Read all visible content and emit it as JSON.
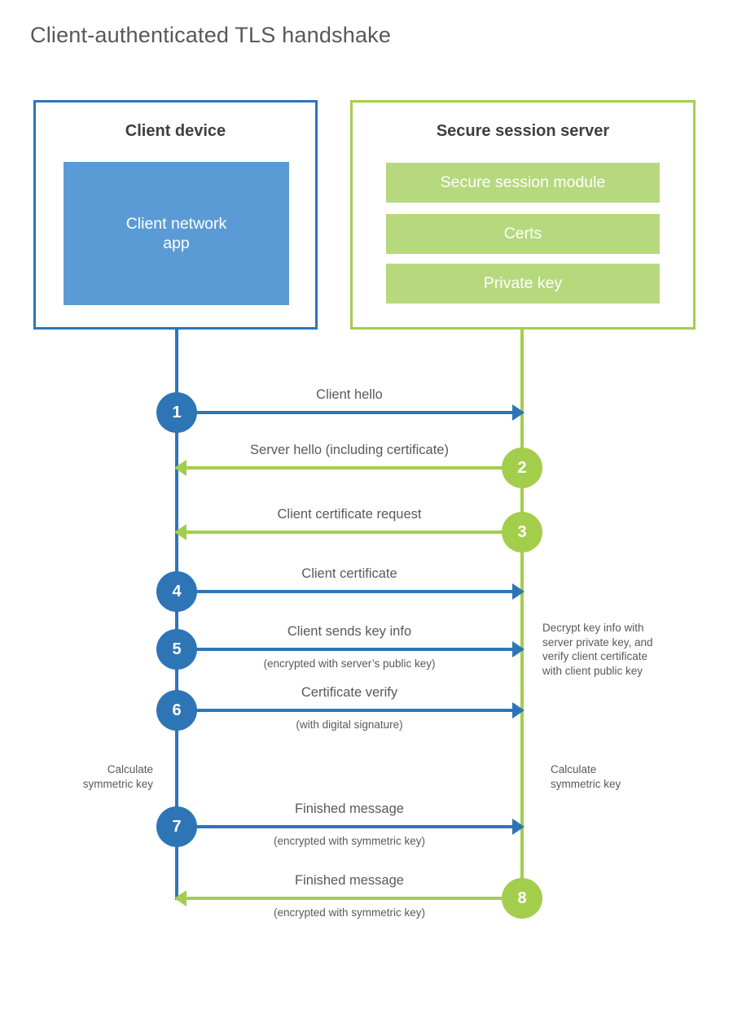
{
  "title": "Client-authenticated TLS handshake",
  "colors": {
    "blue": "#2e75b6",
    "blue_fill": "#5b9bd5",
    "green": "#a3ce4c",
    "green_fill": "#b6d97e",
    "text_gray": "#595959"
  },
  "client": {
    "title": "Client device",
    "app_label": "Client network\napp"
  },
  "server": {
    "title": "Secure session server",
    "modules": [
      "Secure session module",
      "Certs",
      "Private key"
    ]
  },
  "steps": [
    {
      "number": "1",
      "label": "Client hello",
      "from": "client",
      "to": "server",
      "direction": "right",
      "color": "blue"
    },
    {
      "number": "2",
      "label": "Server hello (including certificate)",
      "from": "server",
      "to": "client",
      "direction": "left",
      "color": "green"
    },
    {
      "number": "3",
      "label": "Client certificate request",
      "from": "server",
      "to": "client",
      "direction": "left",
      "color": "green"
    },
    {
      "number": "4",
      "label": "Client certificate",
      "from": "client",
      "to": "server",
      "direction": "right",
      "color": "blue"
    },
    {
      "number": "5",
      "label": "Client sends key info",
      "sublabel": "(encrypted with server’s public key)",
      "from": "client",
      "to": "server",
      "direction": "right",
      "color": "blue"
    },
    {
      "number": "6",
      "label": "Certificate verify",
      "sublabel": "(with digital signature)",
      "from": "client",
      "to": "server",
      "direction": "right",
      "color": "blue"
    },
    {
      "number": "7",
      "label": "Finished message",
      "sublabel": "(encrypted with symmetric key)",
      "from": "client",
      "to": "server",
      "direction": "right",
      "color": "blue"
    },
    {
      "number": "8",
      "label": "Finished message",
      "sublabel": "(encrypted with symmetric key)",
      "from": "server",
      "to": "client",
      "direction": "left",
      "color": "green"
    }
  ],
  "annotations": {
    "decrypt_note": "Decrypt key info with\nserver private key, and\nverify client certificate\nwith client public key",
    "calc_left": "Calculate\nsymmetric key",
    "calc_right": "Calculate\nsymmetric key"
  }
}
